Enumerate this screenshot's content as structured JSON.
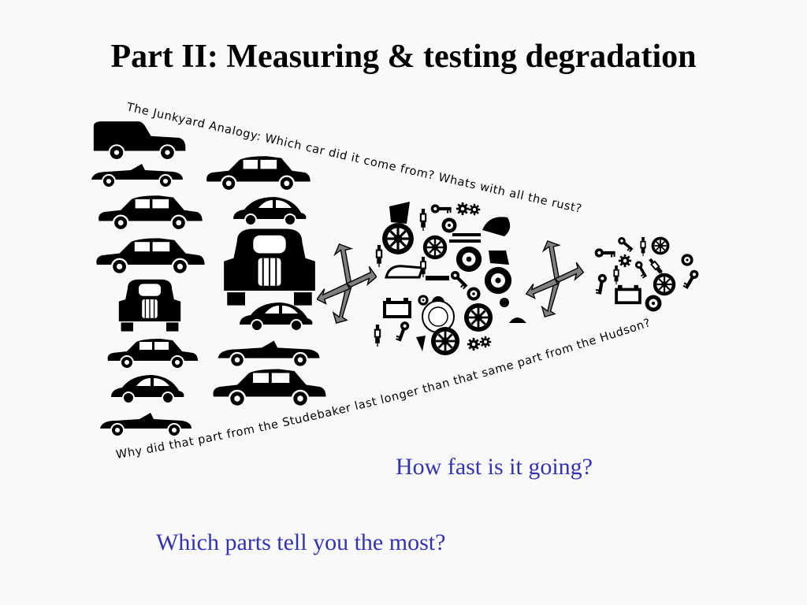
{
  "slide": {
    "title": "Part II: Measuring & testing degradation",
    "top_caption": "The Junkyard Analogy: Which car did it come from?  Whats with all the rust?",
    "bottom_caption": "Why did that part from the Studebaker last longer than that same part from the Hudson?",
    "questions": [
      "How fast is it going?",
      "Which parts tell you the most?"
    ]
  },
  "colors": {
    "background": "#f9f9f9",
    "title": "#000000",
    "question": "#3333b3",
    "arrow": "#808080",
    "silhouette": "#000000"
  },
  "icons": [
    "car-silhouette-icon",
    "wheel-icon",
    "key-icon",
    "gear-icon",
    "battery-icon",
    "spark-plug-icon",
    "tire-icon",
    "arrow-icon"
  ]
}
